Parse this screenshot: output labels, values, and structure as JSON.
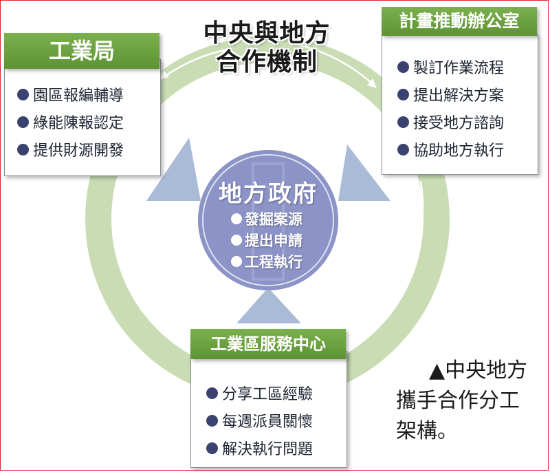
{
  "title": {
    "line1": "中央與地方",
    "line2": "合作機制"
  },
  "colors": {
    "ring": "#c9dcb4",
    "header_green": "#6aa13f",
    "triangle": "#aabbd8",
    "center": "#8c93c7",
    "dot": "#3a4270",
    "frame": "#d9262b"
  },
  "industrial_bureau": {
    "header": "工業局",
    "items": [
      "園區報編輔導",
      "綠能陳報認定",
      "提供財源開發"
    ]
  },
  "project_office": {
    "header": "計畫推動辦公室",
    "items": [
      "製訂作業流程",
      "提出解決方案",
      "接受地方諮詢",
      "協助地方執行"
    ]
  },
  "local_government": {
    "title": "地方政府",
    "items": [
      "發掘案源",
      "提出申請",
      "工程執行"
    ]
  },
  "service_center": {
    "header": "工業區服務中心",
    "items": [
      "分享工區經驗",
      "每週派員關懷",
      "解決執行問題"
    ]
  },
  "caption": {
    "line1": "▲中央地方",
    "line2": "攜手合作分工",
    "line3": "架構。"
  }
}
